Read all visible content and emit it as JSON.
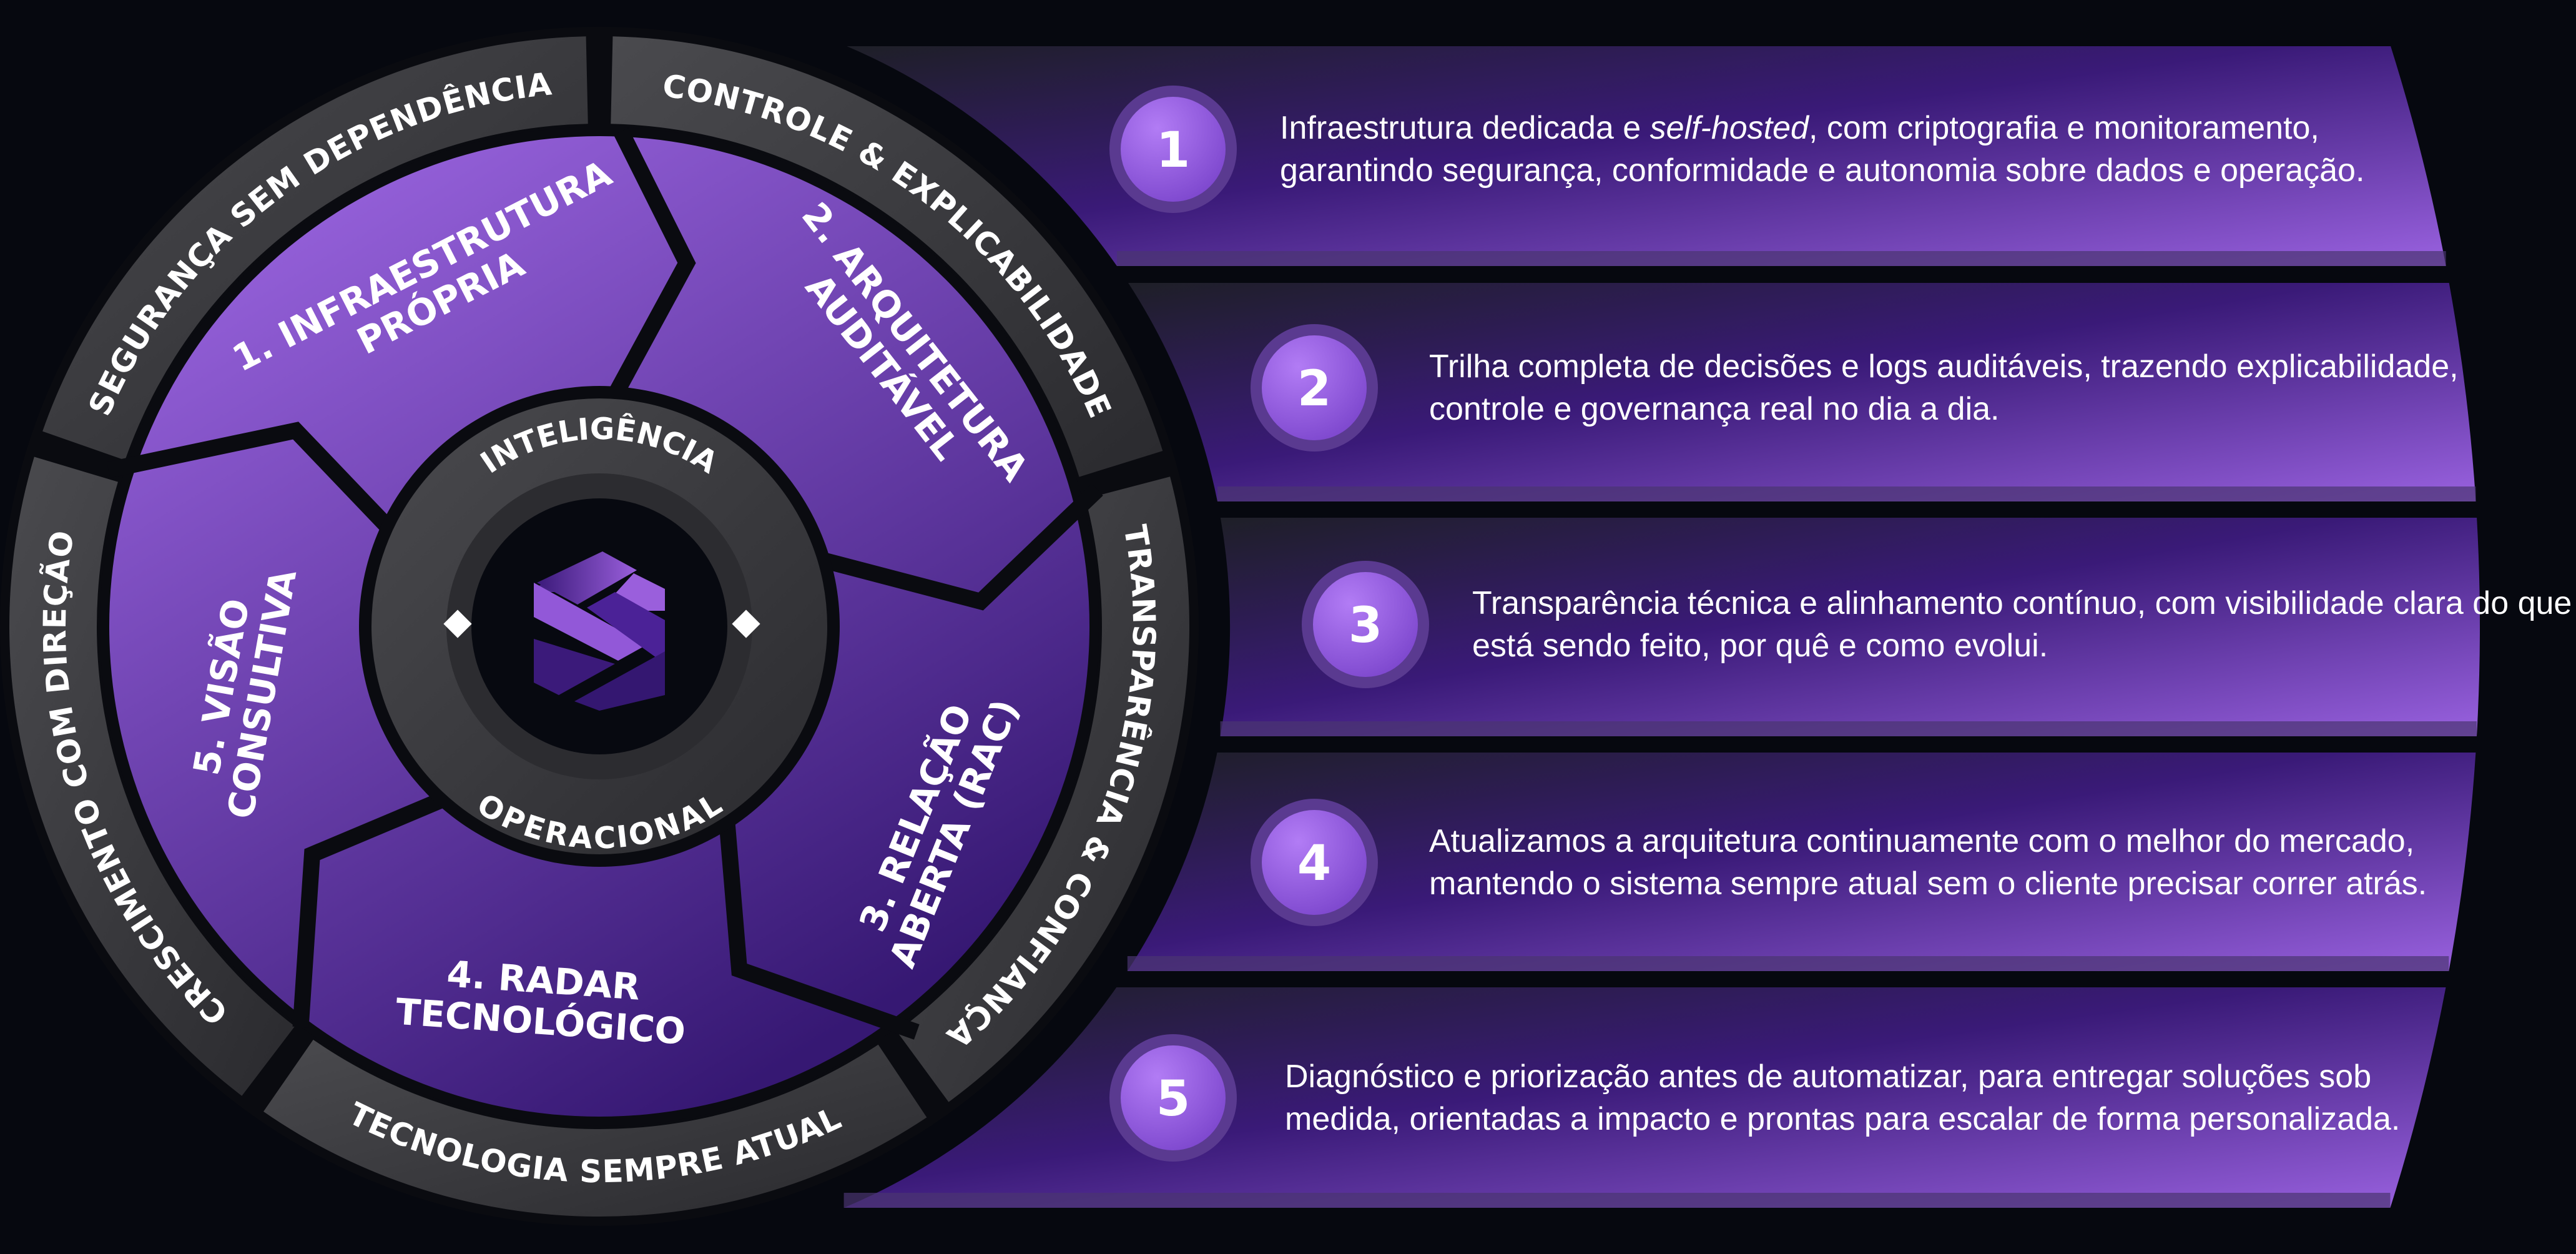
{
  "colors": {
    "background": "#06080f",
    "purple_light": "#a06ae8",
    "purple_dark": "#341771",
    "ring_gray": "#3a3a3e",
    "panel_dark": "#1e1f27"
  },
  "outer_ring": [
    {
      "label": "SEGURANÇA SEM DEPENDÊNCIA"
    },
    {
      "label": "CONTROLE & EXPLICABILIDADE"
    },
    {
      "label": "TRANSPARÊNCIA & CONFIANÇA"
    },
    {
      "label": "TECNOLOGIA SEMPRE ATUAL"
    },
    {
      "label": "CRESCIMENTO COM DIREÇÃO"
    }
  ],
  "segments": [
    {
      "lines": [
        "1. INFRAESTRUTURA",
        "PRÓPRIA"
      ]
    },
    {
      "lines": [
        "2. ARQUITETURA",
        "AUDITÁVEL"
      ]
    },
    {
      "lines": [
        "3. RELAÇÃO",
        "ABERTA (RAC)"
      ]
    },
    {
      "lines": [
        "4. RADAR",
        "TECNOLÓGICO"
      ]
    },
    {
      "lines": [
        "5. VISÃO",
        "CONSULTIVA"
      ]
    }
  ],
  "hub": {
    "top": "INTELIGÊNCIA",
    "bottom": "OPERACIONAL",
    "logo": "hexagon-s-logo"
  },
  "panels": [
    {
      "number": "1",
      "before": "Infraestrutura dedicada e ",
      "italic": "self-hosted",
      "after": ", com criptografia e monitoramento, garantindo segurança, conformidade e autonomia sobre dados e operação."
    },
    {
      "number": "2",
      "before": "Trilha completa de decisões e logs auditáveis, trazendo explicabilidade, controle e governança real no dia a dia.",
      "italic": "",
      "after": ""
    },
    {
      "number": "3",
      "before": "Transparência técnica e alinhamento contínuo, com visibilidade clara do que está sendo feito, por quê e como evolui.",
      "italic": "",
      "after": ""
    },
    {
      "number": "4",
      "before": "Atualizamos a arquitetura continuamente com o melhor do mercado, mantendo o sistema sempre atual sem o cliente precisar correr atrás.",
      "italic": "",
      "after": ""
    },
    {
      "number": "5",
      "before": "Diagnóstico e priorização antes de automatizar, para entregar soluções sob medida, orientadas a impacto e prontas para escalar de forma personalizada.",
      "italic": "",
      "after": ""
    }
  ]
}
